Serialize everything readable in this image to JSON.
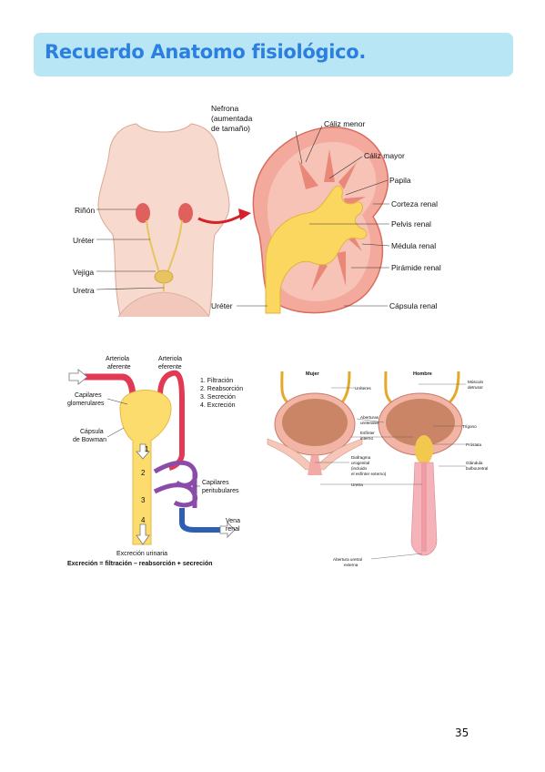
{
  "header": {
    "title": "Recuerdo Anatomo fisiológico."
  },
  "figure_kidney": {
    "labels": {
      "rinon": "Riñón",
      "ureter_left": "Uréter",
      "vejiga": "Vejiga",
      "uretra": "Uretra",
      "nefrona_1": "Nefrona",
      "nefrona_2": "(aumentada",
      "nefrona_3": "de tamaño)",
      "caliz_menor": "Cáliz menor",
      "caliz_mayor": "Cáliz mayor",
      "papila": "Papila",
      "corteza": "Corteza renal",
      "pelvis": "Pelvis renal",
      "medula": "Médula renal",
      "piramide": "Pirámide renal",
      "ureter_right": "Uréter",
      "capsula": "Cápsula renal"
    }
  },
  "figure_nephron": {
    "labels": {
      "arteriola_aferente_1": "Arteriola",
      "arteriola_aferente_2": "aferente",
      "arteriola_eferente_1": "Arteriola",
      "arteriola_eferente_2": "eferente",
      "step1": "1. Filtración",
      "step2": "2. Reabsorción",
      "step3": "3. Secreción",
      "step4": "4. Excreción",
      "capilares_glom_1": "Capilares",
      "capilares_glom_2": "glomerulares",
      "capsula_bowman_1": "Cápsula",
      "capsula_bowman_2": "de Bowman",
      "capilares_peri_1": "Capilares",
      "capilares_peri_2": "peritubulares",
      "vena_1": "Vena",
      "vena_2": "renal",
      "excrecion_urinaria": "Excreción urinaria",
      "formula": "Excreción = filtración – reabsorción + secreción",
      "n1": "1",
      "n2": "2",
      "n3": "3",
      "n4": "4"
    }
  },
  "figure_bladder": {
    "labels": {
      "mujer": "Mujer",
      "hombre": "Hombre",
      "ureteres": "Uréteres",
      "musculo_1": "Músculo",
      "musculo_2": "detrusor",
      "aberturas_1": "Aberturas",
      "aberturas_2": "ureterales",
      "trigono": "Trígono",
      "esfinter_1": "Esfínter",
      "esfinter_2": "interno",
      "prostata": "Próstata",
      "diafragma_1": "Diafragma",
      "diafragma_2": "urogenital",
      "diafragma_3": "(incluido",
      "diafragma_4": "el esfínter externo)",
      "glandula_1": "Glándula",
      "glandula_2": "bulbouretral",
      "uretra": "Uretra",
      "abertura_ext_1": "Abertura uretral",
      "abertura_ext_2": "externa"
    }
  },
  "footer": {
    "page_number": "35"
  }
}
